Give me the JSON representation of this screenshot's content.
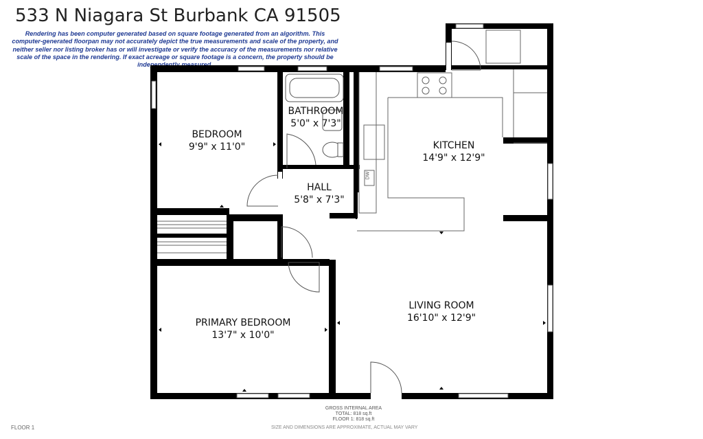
{
  "header": {
    "title": "533 N Niagara St Burbank CA 91505",
    "disclaimer": "Rendering has been computer generated based on square footage generated from an algorithm. This computer-generated floorpan may not accurately depict the true measurements and scale of the property, and neither seller nor listing broker has or will investigate or verify the accuracy of the measurements nor relative scale of the space in the rendering. If exact acreage or square footage is a concern, the property should be independently measured."
  },
  "rooms": {
    "bedroom": {
      "name": "BEDROOM",
      "dims": "9'9\" x 11'0\""
    },
    "bathroom": {
      "name": "BATHROOM",
      "dims": "5'0\" x 7'3\""
    },
    "hall": {
      "name": "HALL",
      "dims": "5'8\" x 7'3\""
    },
    "kitchen": {
      "name": "KITCHEN",
      "dims": "14'9\" x 12'9\""
    },
    "living": {
      "name": "LIVING ROOM",
      "dims": "16'10\" x 12'9\""
    },
    "primary": {
      "name": "PRIMARY BEDROOM",
      "dims": "13'7\" x 10'0\""
    }
  },
  "fixtures": {
    "dishwasher": "DW"
  },
  "area": {
    "heading": "GROSS INTERNAL AREA",
    "total": "TOTAL: 818 sq.ft",
    "floor1": "FLOOR 1: 818 sq.ft"
  },
  "footer": {
    "floor_label": "FLOOR 1",
    "note": "SIZE AND DIMENSIONS ARE APPROXIMATE, ACTUAL MAY VARY"
  },
  "colors": {
    "wall": "#000000",
    "disclaimer": "#1f3a93",
    "thin_line": "#555555"
  }
}
